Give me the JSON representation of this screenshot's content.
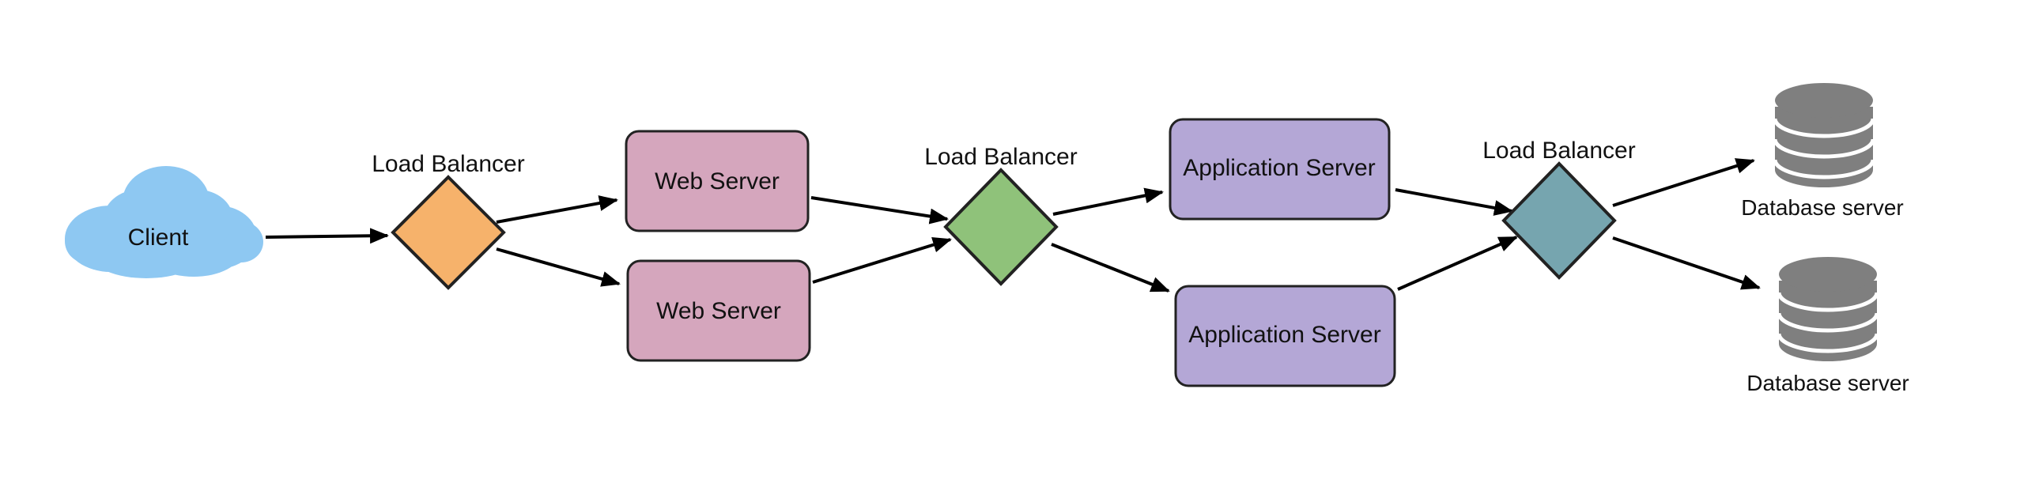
{
  "client": {
    "label": "Client",
    "color": "#8ec8f2"
  },
  "load_balancers": [
    {
      "label": "Load Balancer",
      "color": "#f6b26b"
    },
    {
      "label": "Load Balancer",
      "color": "#8fc27a"
    },
    {
      "label": "Load Balancer",
      "color": "#76a5af"
    }
  ],
  "web_servers": [
    {
      "label": "Web Server",
      "color": "#d5a6bd"
    },
    {
      "label": "Web Server",
      "color": "#d5a6bd"
    }
  ],
  "app_servers": [
    {
      "label": "Application Server",
      "color": "#b4a7d6"
    },
    {
      "label": "Application Server",
      "color": "#b4a7d6"
    }
  ],
  "databases": [
    {
      "label": "Database server",
      "color": "#7f7f7f"
    },
    {
      "label": "Database server",
      "color": "#7f7f7f"
    }
  ]
}
